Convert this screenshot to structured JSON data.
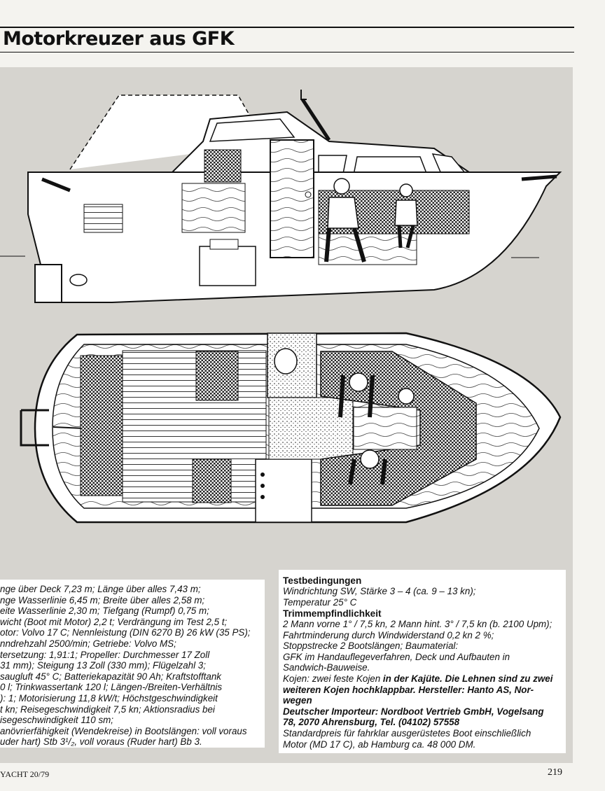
{
  "header": {
    "title": "Motorkreuzer aus GFK"
  },
  "specs_left": [
    "nge über Deck 7,23 m; Länge über alles 7,43 m;",
    "nge Wasserlinie 6,45 m; Breite über alles 2,58 m;",
    "eite Wasserlinie 2,30 m; Tiefgang (Rumpf) 0,75 m;",
    "wicht (Boot mit Motor) 2,2 t; Verdrängung im Test 2,5 t;",
    "otor: Volvo 17 C; Nennleistung (DIN 6270 B) 26 kW (35 PS);",
    "nndrehzahl 2500/min; Getriebe: Volvo MS;",
    "tersetzung: 1,91:1; Propeller: Durchmesser 17 Zoll",
    "31 mm); Steigung 13 Zoll (330 mm); Flügelzahl 3;",
    "saugluft 45° C; Batteriekapazität 90 Ah; Kraftstofftank",
    "0 l; Trinkwassertank 120 l; Längen-/Breiten-Verhältnis",
    "): 1; Motorisierung 11,8 kW/t; Höchstgeschwindigkeit",
    "t kn; Reisegeschwindigkeit 7,5 kn; Aktionsradius bei",
    "isegeschwindigkeit 110 sm;",
    "anövrierfähigkeit (Wendekreise) in Bootslängen: voll voraus",
    "uder hart) Stb 3¹/₂, voll voraus (Ruder hart) Bb 3."
  ],
  "test": {
    "heading1": "Testbedingungen",
    "line1": "Windrichtung SW, Stärke 3 – 4 (ca. 9 – 13 kn);",
    "line2": "Temperatur 25° C",
    "heading2": "Trimmempfindlichkeit",
    "line3": "2 Mann vorne 1° / 7,5 kn, 2 Mann hint. 3° / 7,5 kn (b. 2100 Upm);",
    "line4": "Fahrtminderung durch Windwiderstand 0,2 kn 2 %;",
    "line5": "Stoppstrecke 2 Bootslängen; Baumaterial:",
    "line6": "GFK im Handauflegeverfahren, Deck und Aufbauten in",
    "line7": "Sandwich-Bauweise.",
    "line8a": "Kojen: zwei feste Kojen ",
    "line8b": "in der Kajüte. Die Lehnen sind zu zwei",
    "line9": "weiteren Kojen hochklappbar. Hersteller: Hanto AS, Nor-",
    "line10": "wegen",
    "line11": "Deutscher Importeur: Nordboot Vertrieb GmbH, Vogelsang",
    "line12": "78, 2070 Ahrensburg, Tel. (04102) 57558",
    "line13": "Standardpreis für fahrklar ausgerüstetes Boot einschließlich",
    "line14": "Motor (MD 17 C), ab Hamburg ca. 48 000 DM."
  },
  "footer": {
    "magazine": "YACHT 20/79",
    "page": "219"
  }
}
